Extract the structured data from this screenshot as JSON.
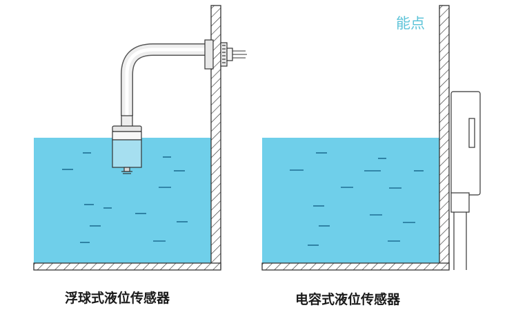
{
  "brand": {
    "label": "能点",
    "color": "#5cc3d8"
  },
  "captions": {
    "left": "浮球式液位传感器",
    "right": "电容式液位传感器"
  },
  "colors": {
    "water": "#6fcfea",
    "line": "#2a2a2a",
    "dash": "#1f6e93"
  }
}
